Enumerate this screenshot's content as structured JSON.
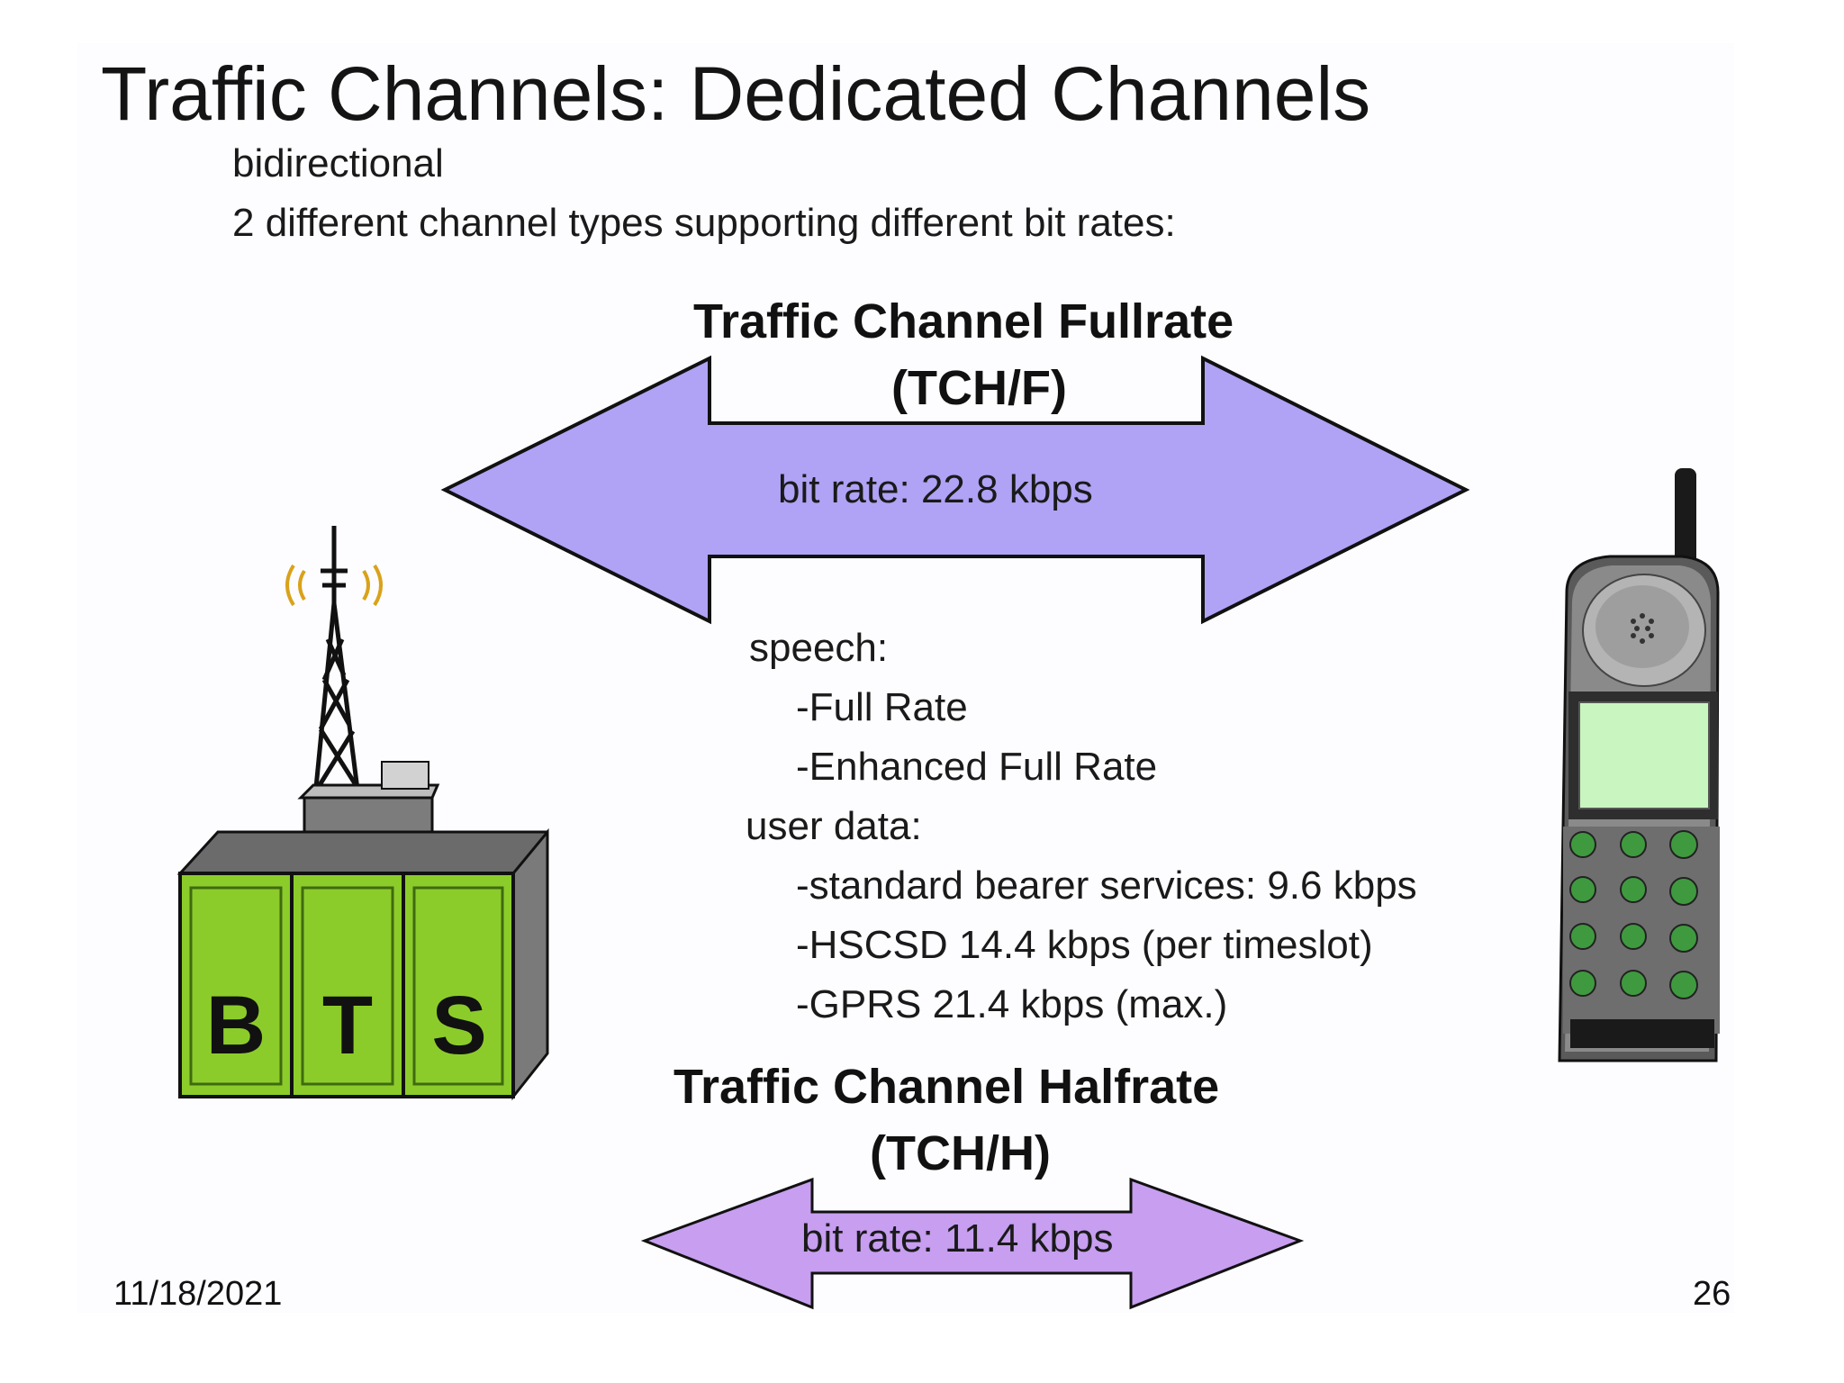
{
  "slide": {
    "title": "Traffic Channels: Dedicated Channels",
    "bullets": [
      "bidirectional",
      "2 different channel types supporting different bit rates:"
    ]
  },
  "fullrate": {
    "name": "Traffic Channel Fullrate",
    "abbr": "(TCH/F)",
    "bitrate": "bit rate: 22.8 kbps",
    "color": "#b0a2f5"
  },
  "details": {
    "speech_heading": "speech:",
    "speech_items": [
      "-Full Rate",
      "-Enhanced Full Rate"
    ],
    "data_heading": "user data:",
    "data_items": [
      "-standard bearer services: 9.6 kbps",
      "-HSCSD 14.4 kbps (per timeslot)",
      "-GPRS 21.4 kbps (max.)"
    ]
  },
  "halfrate": {
    "name": "Traffic Channel Halfrate",
    "abbr": "(TCH/H)",
    "bitrate": "bit rate: 11.4 kbps",
    "color": "#c79ef0"
  },
  "bts": {
    "letters": [
      "B",
      "T",
      "S"
    ],
    "icon": "base-station-icon",
    "color": "#8ccc2a"
  },
  "phone": {
    "icon": "mobile-phone-icon"
  },
  "footer": {
    "date": "11/18/2021",
    "page": "26"
  }
}
